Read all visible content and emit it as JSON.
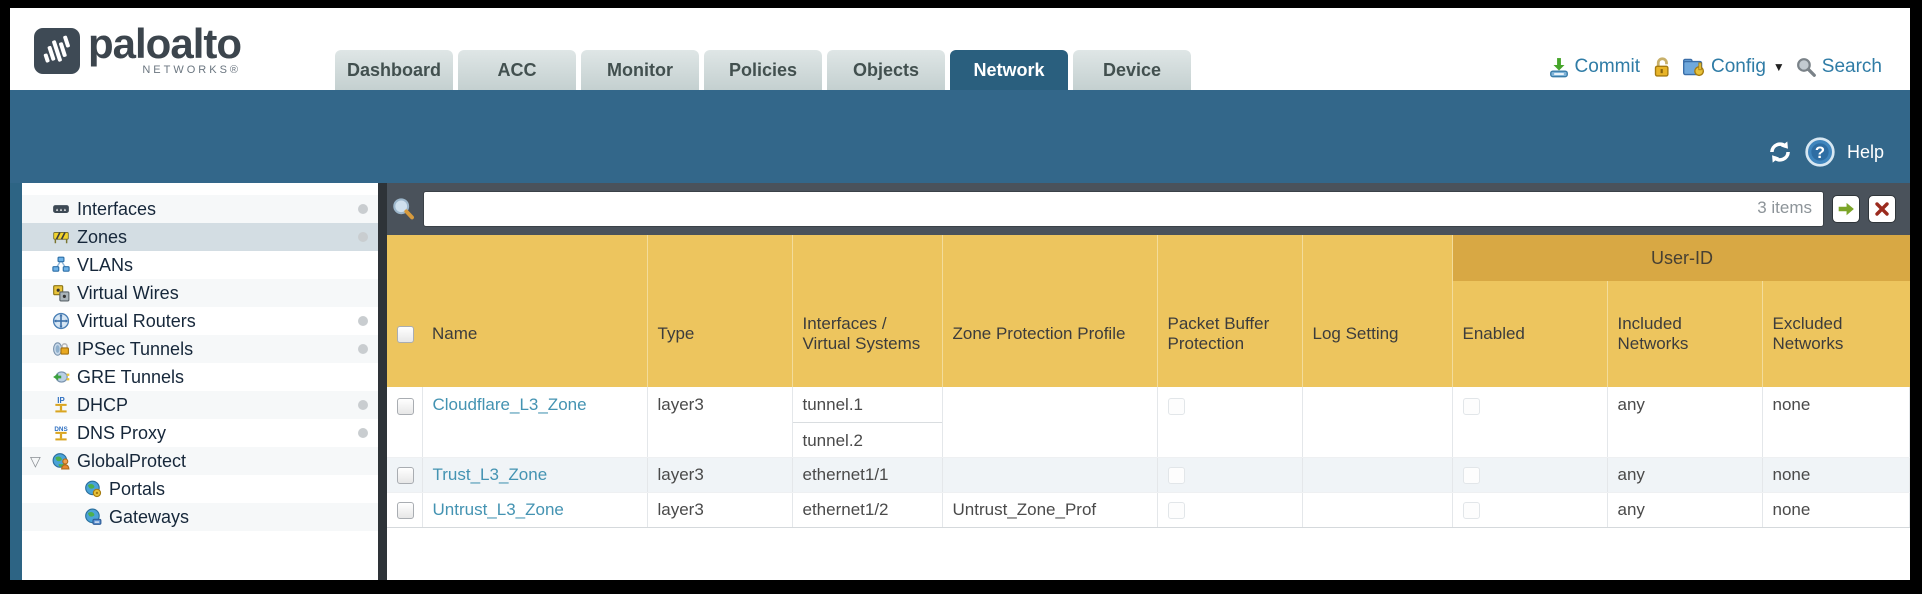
{
  "header": {
    "brand": {
      "name": "paloalto",
      "sub": "NETWORKS®"
    },
    "tabs": [
      {
        "label": "Dashboard"
      },
      {
        "label": "ACC"
      },
      {
        "label": "Monitor"
      },
      {
        "label": "Policies"
      },
      {
        "label": "Objects"
      },
      {
        "label": "Network"
      },
      {
        "label": "Device"
      }
    ],
    "active_tab": "Network",
    "actions": {
      "commit": "Commit",
      "config": "Config",
      "search": "Search"
    }
  },
  "toolbar": {
    "help": "Help"
  },
  "sidebar": {
    "selected": "Zones",
    "items": [
      {
        "label": "Interfaces",
        "notification_dot": true
      },
      {
        "label": "Zones",
        "notification_dot": true,
        "selected": true
      },
      {
        "label": "VLANs",
        "notification_dot": false
      },
      {
        "label": "Virtual Wires",
        "notification_dot": false
      },
      {
        "label": "Virtual Routers",
        "notification_dot": true
      },
      {
        "label": "IPSec Tunnels",
        "notification_dot": true
      },
      {
        "label": "GRE Tunnels",
        "notification_dot": false
      },
      {
        "label": "DHCP",
        "notification_dot": true
      },
      {
        "label": "DNS Proxy",
        "notification_dot": true
      },
      {
        "label": "GlobalProtect",
        "notification_dot": false,
        "expanded": true
      },
      {
        "label": "Portals",
        "notification_dot": false,
        "indent": true
      },
      {
        "label": "Gateways",
        "notification_dot": false,
        "indent": true
      }
    ]
  },
  "filter": {
    "items_count": "3 items",
    "query": ""
  },
  "table": {
    "group_header": "User-ID",
    "columns": [
      "Name",
      "Type",
      "Interfaces / Virtual Systems",
      "Zone Protection Profile",
      "Packet Buffer Protection",
      "Log Setting",
      "Enabled",
      "Included Networks",
      "Excluded Networks"
    ],
    "rows": [
      {
        "name": "Cloudflare_L3_Zone",
        "type": "layer3",
        "interfaces": [
          "tunnel.1",
          "tunnel.2"
        ],
        "zone_protection_profile": "",
        "log_setting": "",
        "included_networks": "any",
        "excluded_networks": "none"
      },
      {
        "name": "Trust_L3_Zone",
        "type": "layer3",
        "interfaces": [
          "ethernet1/1"
        ],
        "zone_protection_profile": "",
        "log_setting": "",
        "included_networks": "any",
        "excluded_networks": "none"
      },
      {
        "name": "Untrust_L3_Zone",
        "type": "layer3",
        "interfaces": [
          "ethernet1/2"
        ],
        "zone_protection_profile": "Untrust_Zone_Prof",
        "log_setting": "",
        "included_networks": "any",
        "excluded_networks": "none"
      }
    ]
  },
  "colors": {
    "band_blue": "#33678a",
    "tab_active": "#2a5f7e",
    "gold_header": "#edc55e",
    "gold_group": "#d8a844",
    "link_blue": "#2f7ca6",
    "zone_link": "#4493b2",
    "filter_bar": "#4a525b"
  }
}
